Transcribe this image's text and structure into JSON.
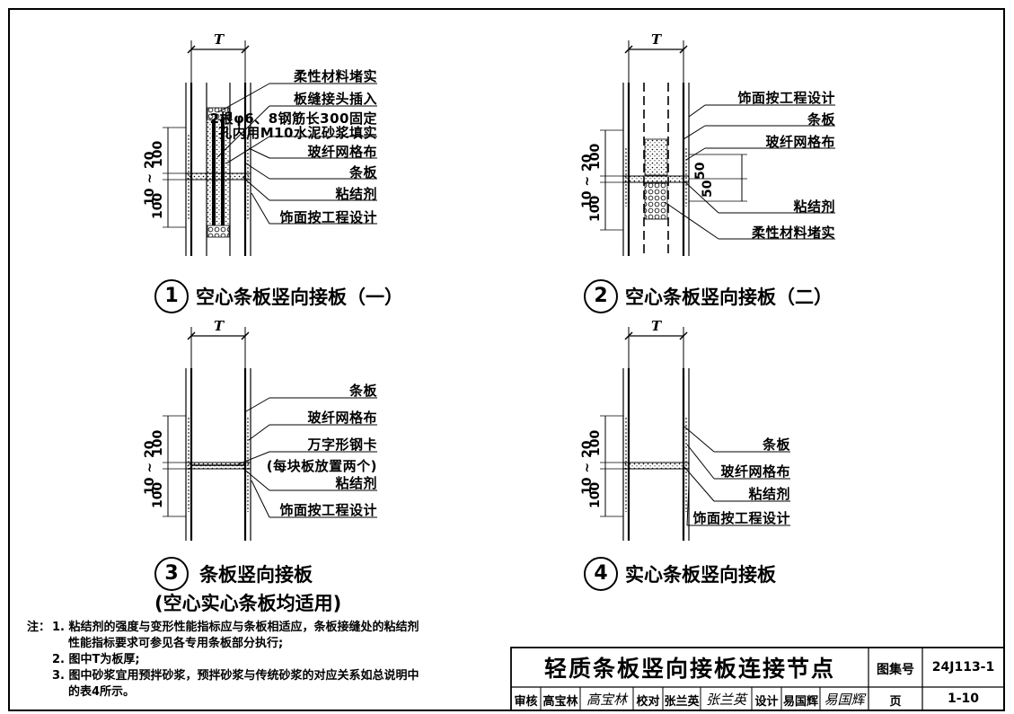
{
  "frame": {
    "border_color": "#000000"
  },
  "details": [
    {
      "number": "1",
      "title": "空心条板竖向接板（一）",
      "thickness_label": "T",
      "dims": [
        "10 ~ 20",
        "100",
        "100"
      ],
      "labels": [
        "柔性材料堵实",
        "板缝接头插入",
        "2根φ6、8钢筋长300固定",
        "孔内用M10水泥砂浆填实",
        "玻纤网格布",
        "条板",
        "粘结剂",
        "饰面按工程设计"
      ]
    },
    {
      "number": "2",
      "title": "空心条板竖向接板（二）",
      "thickness_label": "T",
      "dims": [
        "10 ~ 20",
        "100",
        "100",
        "50",
        "50"
      ],
      "labels": [
        "饰面按工程设计",
        "条板",
        "玻纤网格布",
        "粘结剂",
        "柔性材料堵实"
      ]
    },
    {
      "number": "3",
      "title": "条板竖向接板",
      "subtitle": "(空心实心条板均适用)",
      "thickness_label": "T",
      "dims": [
        "10 ~ 20",
        "100",
        "100"
      ],
      "labels": [
        "条板",
        "玻纤网格布",
        "万字形钢卡",
        "(每块板放置两个)",
        "粘结剂",
        "饰面按工程设计"
      ]
    },
    {
      "number": "4",
      "title": "实心条板竖向接板",
      "thickness_label": "T",
      "dims": [
        "10 ~ 20",
        "100",
        "100"
      ],
      "labels": [
        "条板",
        "玻纤网格布",
        "粘结剂",
        "饰面按工程设计"
      ]
    }
  ],
  "notes": {
    "prefix": "注：",
    "items": [
      "1. 粘结剂的强度与变形性能指标应与条板相适应，条板接缝处的粘结剂",
      "性能指标要求可参见各专用条板部分执行;",
      "2. 图中T为板厚;",
      "3. 图中砂浆宜用预拌砂浆，预拌砂浆与传统砂浆的对应关系如总说明中",
      "的表4所示。"
    ]
  },
  "title_block": {
    "title": "轻质条板竖向接板连接节点",
    "atlas_label": "图集号",
    "atlas_no": "24J113-1",
    "review_label": "审核",
    "reviewer": "高宝林",
    "reviewer_sig": "高宝林",
    "check_label": "校对",
    "checker": "张兰英",
    "checker_sig": "张兰英",
    "design_label": "设计",
    "designer": "易国辉",
    "designer_sig": "易国辉",
    "page_label": "页",
    "page_no": "1-10"
  }
}
